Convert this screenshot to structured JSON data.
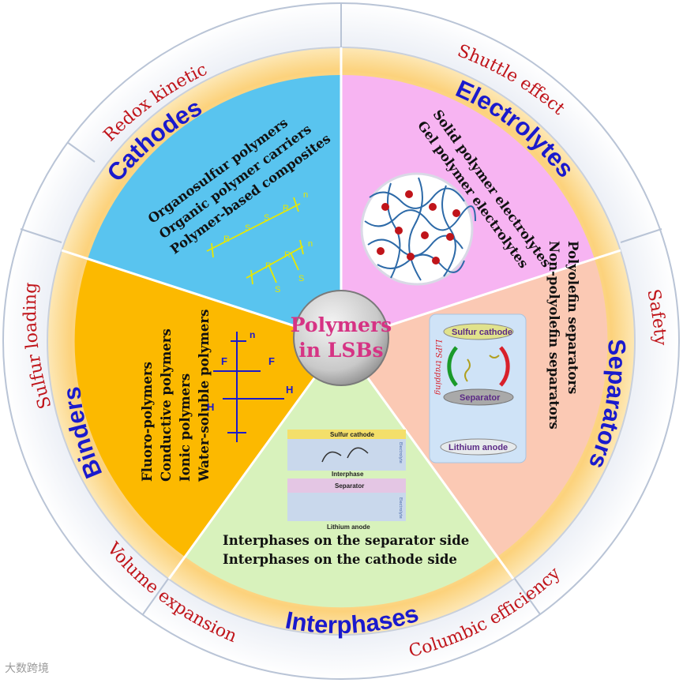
{
  "center": {
    "line1": "Polymers",
    "line2": "in LSBs"
  },
  "segments": {
    "cathodes": {
      "title": "Cathodes",
      "color": "#59c4ef",
      "items": [
        "Organosulfur polymers",
        "Organic polymer carriers",
        "Polymer-based composites"
      ],
      "formula": {
        "r": "R",
        "s": "S",
        "n": "n"
      }
    },
    "electrolytes": {
      "title": "Electrolytes",
      "color": "#f7b4f2",
      "items": [
        "Solid polymer electrolytes",
        "Gel polymer electrolytes"
      ]
    },
    "separators": {
      "title": "Separators",
      "color": "#fbc9b4",
      "items": [
        "Polyolefin separators",
        "Non-polyolefin separators"
      ],
      "figure": {
        "top": "Sulfur cathode",
        "middle": "Separator",
        "bottom": "Lithium anode",
        "side": "LiPS trapping"
      }
    },
    "interphases": {
      "title": "Interphases",
      "color": "#d8f2bc",
      "items": [
        "Interphases on the separator side",
        "Interphases on the cathode side"
      ],
      "figure": {
        "top": "Sulfur cathode",
        "interphase": "Interphase",
        "separator": "Separator",
        "bottom": "Lithium anode",
        "side1": "Electrolyte",
        "side2": "Electrolyte"
      }
    },
    "binders": {
      "title": "Binders",
      "color": "#fcb900",
      "items": [
        "Fluoro-polymers",
        "Conductive polymers",
        "Ionic polymers",
        "Water-soluble polymers"
      ],
      "formula": {
        "h": "H",
        "f": "F",
        "n": "n"
      }
    }
  },
  "outer_ring": [
    "Redox kinetic",
    "Shuttle effect",
    "Safety",
    "Columbic efficiency",
    "Volume expansion",
    "Sulfur loading"
  ],
  "watermark": "大数跨境"
}
